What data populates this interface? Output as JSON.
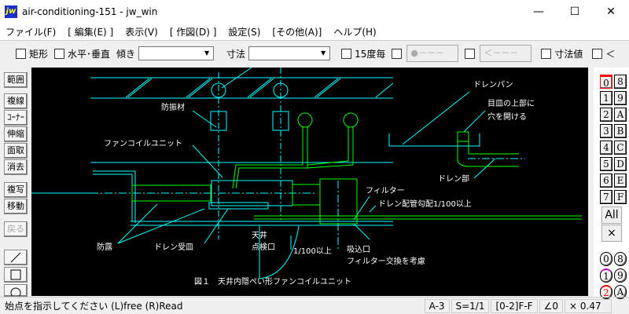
{
  "window": {
    "title": "air-conditioning-151 - jw_win",
    "logo": "jw",
    "minimize_icon": "minimize-icon",
    "maximize_icon": "maximize-icon",
    "close_icon": "close-icon"
  },
  "menu": [
    "ファイル(F)",
    "[ 編集(E) ]",
    "表示(V)",
    "[ 作図(D) ]",
    "設定(S)",
    "[その他(A)]",
    "ヘルプ(H)"
  ],
  "toolbar": {
    "rect": "矩形",
    "hv": "水平･垂直",
    "tilt": "傾き",
    "tilt_value": "",
    "dim": "寸法",
    "dim_value": "",
    "deg15": "15度毎",
    "btn1": "●－－－",
    "btn2": "＜－－－",
    "dimval": "寸法値",
    "lt": "＜"
  },
  "left_tools": [
    "範囲",
    "複線",
    "ｺｰﾅｰ",
    "伸縮",
    "面取",
    "消去",
    "複写",
    "移動",
    "戻る"
  ],
  "draw_tools": [
    "line-tool-icon",
    "rectangle-tool-icon",
    "circle-tool-icon"
  ],
  "layers": [
    "0",
    "8",
    "1",
    "9",
    "2",
    "A",
    "3",
    "B",
    "4",
    "C",
    "5",
    "D",
    "6",
    "E",
    "7",
    "F"
  ],
  "layer_all": "All",
  "layer_x": "×",
  "groups": [
    "0",
    "8",
    "1",
    "9",
    "2",
    "A"
  ],
  "drawing": {
    "labels": {
      "bousin": "防振材",
      "fcu": "ファンコイルユニット",
      "drain_pan": "ドレンパン",
      "meza1": "目皿の上部に",
      "meza2": "穴を開ける",
      "drain_part": "ドレン部",
      "filter": "フィルター",
      "drain_slope": "ドレン配管勾配1/100以上",
      "bouro": "防露",
      "drain_tray": "ドレン受皿",
      "tenjo": "天井",
      "tenken": "点検口",
      "slope": "1/100以上",
      "suikomi": "吸込口",
      "filter_change": "フィルター交換を考慮",
      "caption": "図１　天井内隠ぺい形ファンコイルユニット"
    },
    "colors": {
      "background": "#000000",
      "line": "#00ffff",
      "pipe": "#00ff00",
      "text": "#ffffff"
    }
  },
  "status": {
    "message": "始点を指示してください (L)free (R)Read",
    "paper": "A-3",
    "scale": "S=1/1",
    "layer": "[0-2]F-F",
    "angle": "∠0",
    "zoom": "× 0.47"
  }
}
